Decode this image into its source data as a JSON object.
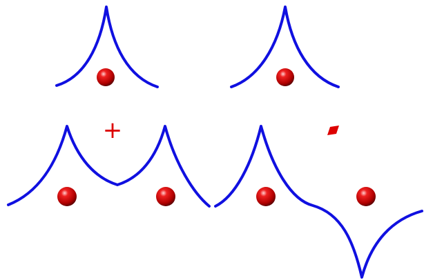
{
  "colors": {
    "curve": "#1010e0",
    "ball_base": "#cc0000",
    "ball_dark": "#6a0000",
    "ball_highlight": "#ffd0d0",
    "symbol": "#dd0000"
  },
  "panels": [
    {
      "id": "single-orbital-top-left",
      "label": ""
    },
    {
      "id": "single-orbital-top-right",
      "label": ""
    },
    {
      "id": "bonding-combination",
      "label": "+"
    },
    {
      "id": "antibonding-combination",
      "label": "-"
    }
  ]
}
